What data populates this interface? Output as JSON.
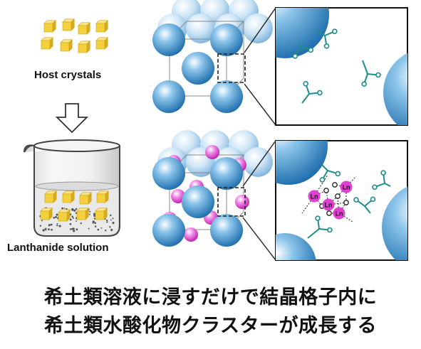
{
  "labels": {
    "host_crystals": "Host crystals",
    "lanthanide_solution": "Lanthanide solution"
  },
  "cluster_atom_label": "Ln",
  "caption": {
    "line1": "希土類溶液に浸すだけで結晶格子内に",
    "line2": "希土類水酸化物クラスターが成長する"
  },
  "colors": {
    "crystal": "#f4cf3e",
    "sphere": "#3f95cf",
    "ligand": "#1c8f8a",
    "lanthanide": "#e040d0"
  }
}
